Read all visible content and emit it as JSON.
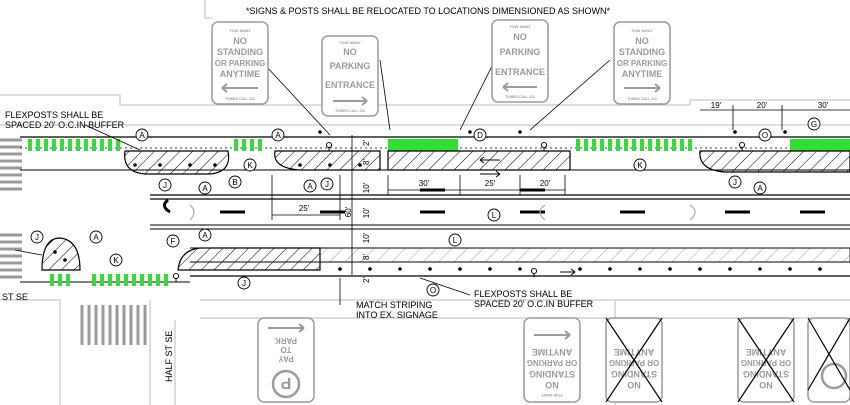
{
  "header_note": "*SIGNS & POSTS SHALL BE RELOCATED TO LOCATIONS DIMENSIONED AS SHOWN*",
  "notes": {
    "flexposts_left_1": "FLEXPOSTS SHALL BE",
    "flexposts_left_2": "SPACED 20' O.C.IN BUFFER",
    "flexposts_bottom_1": "FLEXPOSTS SHALL BE",
    "flexposts_bottom_2": "SPACED 20' O.C.IN BUFFER",
    "match_1": "MATCH STRIPING",
    "match_2": "INTO EX. SIGNAGE"
  },
  "street_labels": {
    "st_se": "ST SE",
    "half_st_se": "HALF ST SE"
  },
  "top_signs": [
    {
      "top": "TOW AWAY",
      "l1": "NO",
      "l2": "STANDING",
      "l3": "OR PARKING",
      "l4": "ANYTIME",
      "foot": "TOWED CALL 311"
    },
    {
      "top": "TOW AWAY",
      "l1": "NO",
      "l2": "PARKING",
      "l3": "ENTRANCE",
      "foot": "TOWED CALL 311"
    },
    {
      "top": "TOW AWAY",
      "l1": "NO",
      "l2": "PARKING",
      "l3": "ENTRANCE",
      "foot": "TOWED CALL 311"
    },
    {
      "top": "TOW AWAY",
      "l1": "NO",
      "l2": "STANDING",
      "l3": "OR PARKING",
      "l4": "ANYTIME",
      "foot": "TOWED CALL 311"
    }
  ],
  "bottom_signs": {
    "pay": "PAY",
    "to": "TO",
    "park": "PARK",
    "tow_away": "TOW AWAY",
    "no": "NO",
    "standing": "STANDING",
    "or_parking": "OR PARKING",
    "anytime": "ANYTIME"
  },
  "dimensions": {
    "d19": "19'",
    "d20a": "20'",
    "d30a": "30'",
    "d30b": "30'",
    "d25b": "25'",
    "d20b": "20'",
    "d25c": "25'",
    "d60": "60'",
    "d10a": "10'",
    "d10b": "10'",
    "d10c": "10'",
    "d2a": "2'",
    "d2b": "2'",
    "d8a": "8'",
    "d8b": "8'"
  },
  "callouts": {
    "A": "A",
    "B": "B",
    "D": "D",
    "F": "F",
    "G": "G",
    "J": "J",
    "K": "K",
    "L": "L",
    "O": "O"
  },
  "colors": {
    "green": "#33dd33",
    "line": "#000000",
    "grey": "#9a9a9a"
  }
}
